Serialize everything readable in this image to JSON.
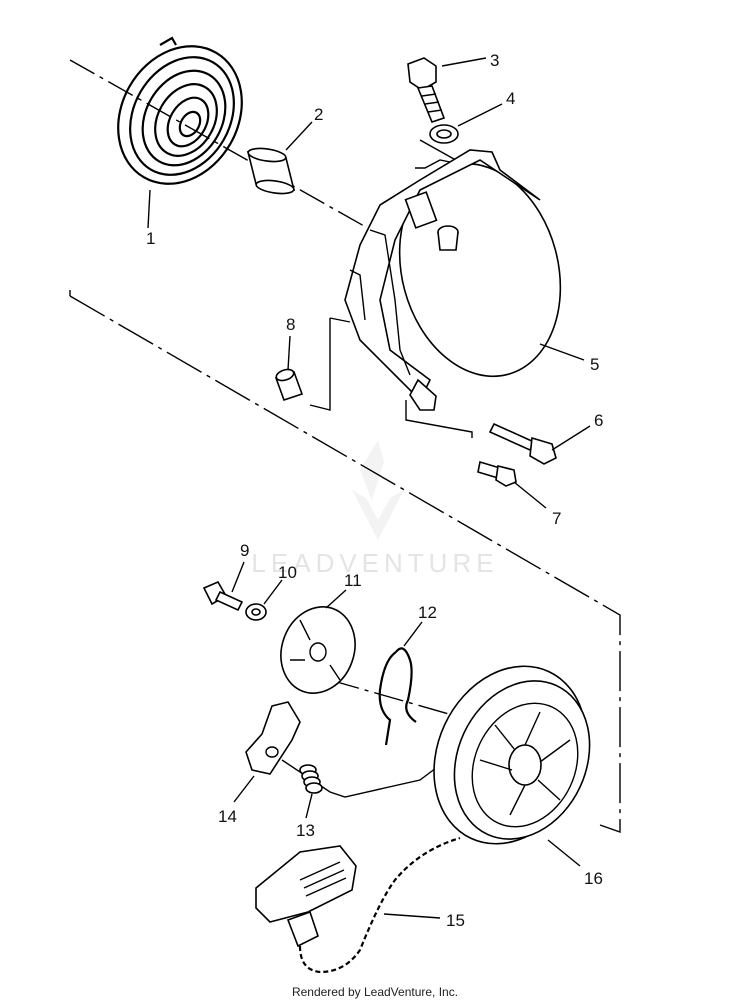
{
  "diagram": {
    "watermark": "LEADVENTURE",
    "footer": "Rendered by LeadVenture, Inc.",
    "callouts": [
      "1",
      "2",
      "3",
      "4",
      "5",
      "6",
      "7",
      "8",
      "9",
      "10",
      "11",
      "12",
      "13",
      "14",
      "15",
      "16"
    ]
  }
}
